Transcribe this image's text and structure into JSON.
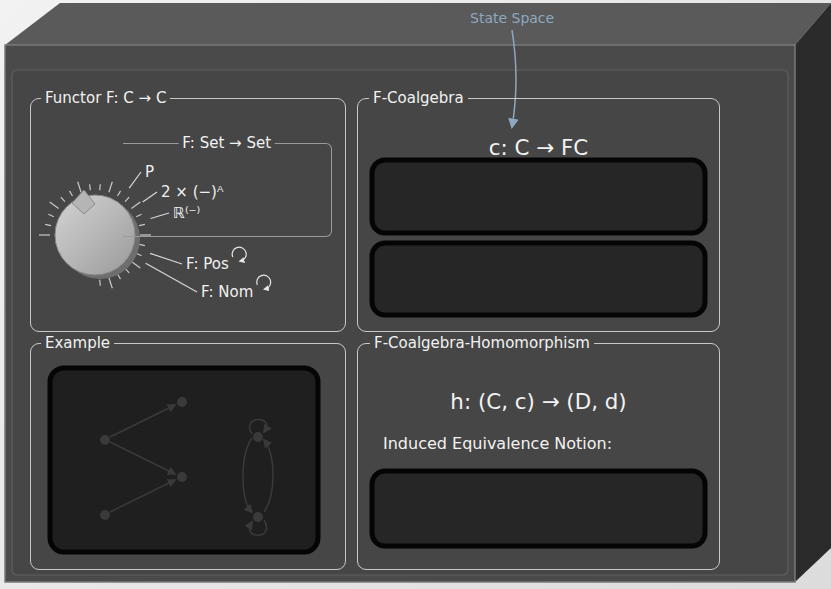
{
  "diagram": {
    "nodes": [
      {
        "text": [
          "Functor F: C → C"
        ]
      },
      {
        "text": [
          "F: Set → Set"
        ],
        "in": 0
      },
      {
        "text": [
          "F-Coalgebra",
          "c: C → FC"
        ]
      },
      {
        "text": [
          "Example"
        ]
      },
      {
        "text": [
          "F-Coalgebra-Homomorphism",
          "h: (C, c) → (D, d)",
          "Induced Equivalence Notion:"
        ]
      }
    ],
    "labels": [
      "State Space",
      "P",
      "2 × (−)ᴬ",
      "ℝ⁽⁻⁾",
      "F: Pos",
      "F: Nom"
    ]
  }
}
